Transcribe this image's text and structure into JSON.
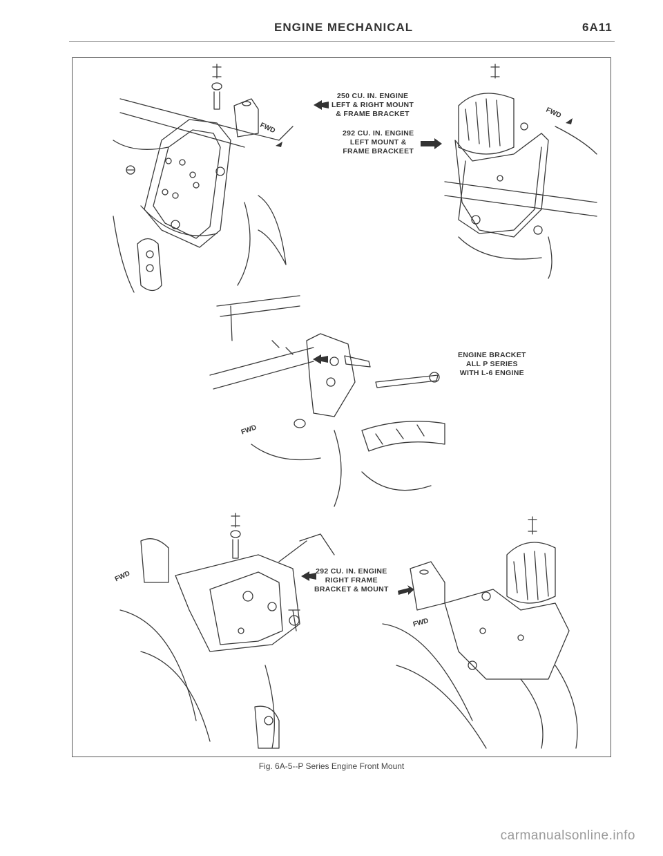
{
  "header": {
    "section_title": "ENGINE MECHANICAL",
    "page_number": "6A11"
  },
  "callouts": {
    "c250_line1": "250 CU. IN. ENGINE",
    "c250_line2": "LEFT & RIGHT MOUNT",
    "c250_line3": "& FRAME BRACKET",
    "c292l_line1": "292 CU. IN. ENGINE",
    "c292l_line2": "LEFT MOUNT &",
    "c292l_line3": "FRAME BRACKEET",
    "cbr_line1": "ENGINE BRACKET",
    "cbr_line2": "ALL P SERIES",
    "cbr_line3": "WITH L-6 ENGINE",
    "c292r_line1": "292 CU. IN. ENGINE",
    "c292r_line2": "RIGHT FRAME",
    "c292r_line3": "BRACKET & MOUNT"
  },
  "fwd_label": "FWD",
  "caption": "Fig. 6A-5--P Series Engine Front Mount",
  "watermark": "carmanualsonline.info"
}
